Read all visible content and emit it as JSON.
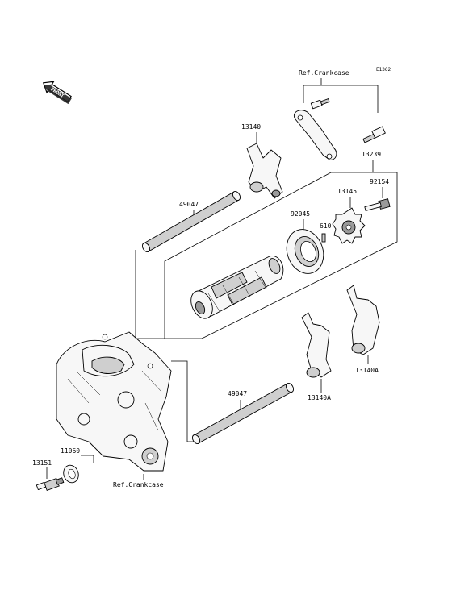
{
  "diagram_code": "E1362",
  "front_label": "FRONT",
  "labels": {
    "ref_crankcase_top": "Ref.Crankcase",
    "ref_crankcase_bottom": "Ref.Crankcase",
    "p13140_top": "13140",
    "p13239": "13239",
    "p49047_upper": "49047",
    "p92154": "92154",
    "p13145": "13145",
    "p92045": "92045",
    "p610": "610",
    "p13140A_left": "13140A",
    "p13140A_right": "13140A",
    "p49047_lower": "49047",
    "p11060": "11060",
    "p13151": "13151"
  }
}
